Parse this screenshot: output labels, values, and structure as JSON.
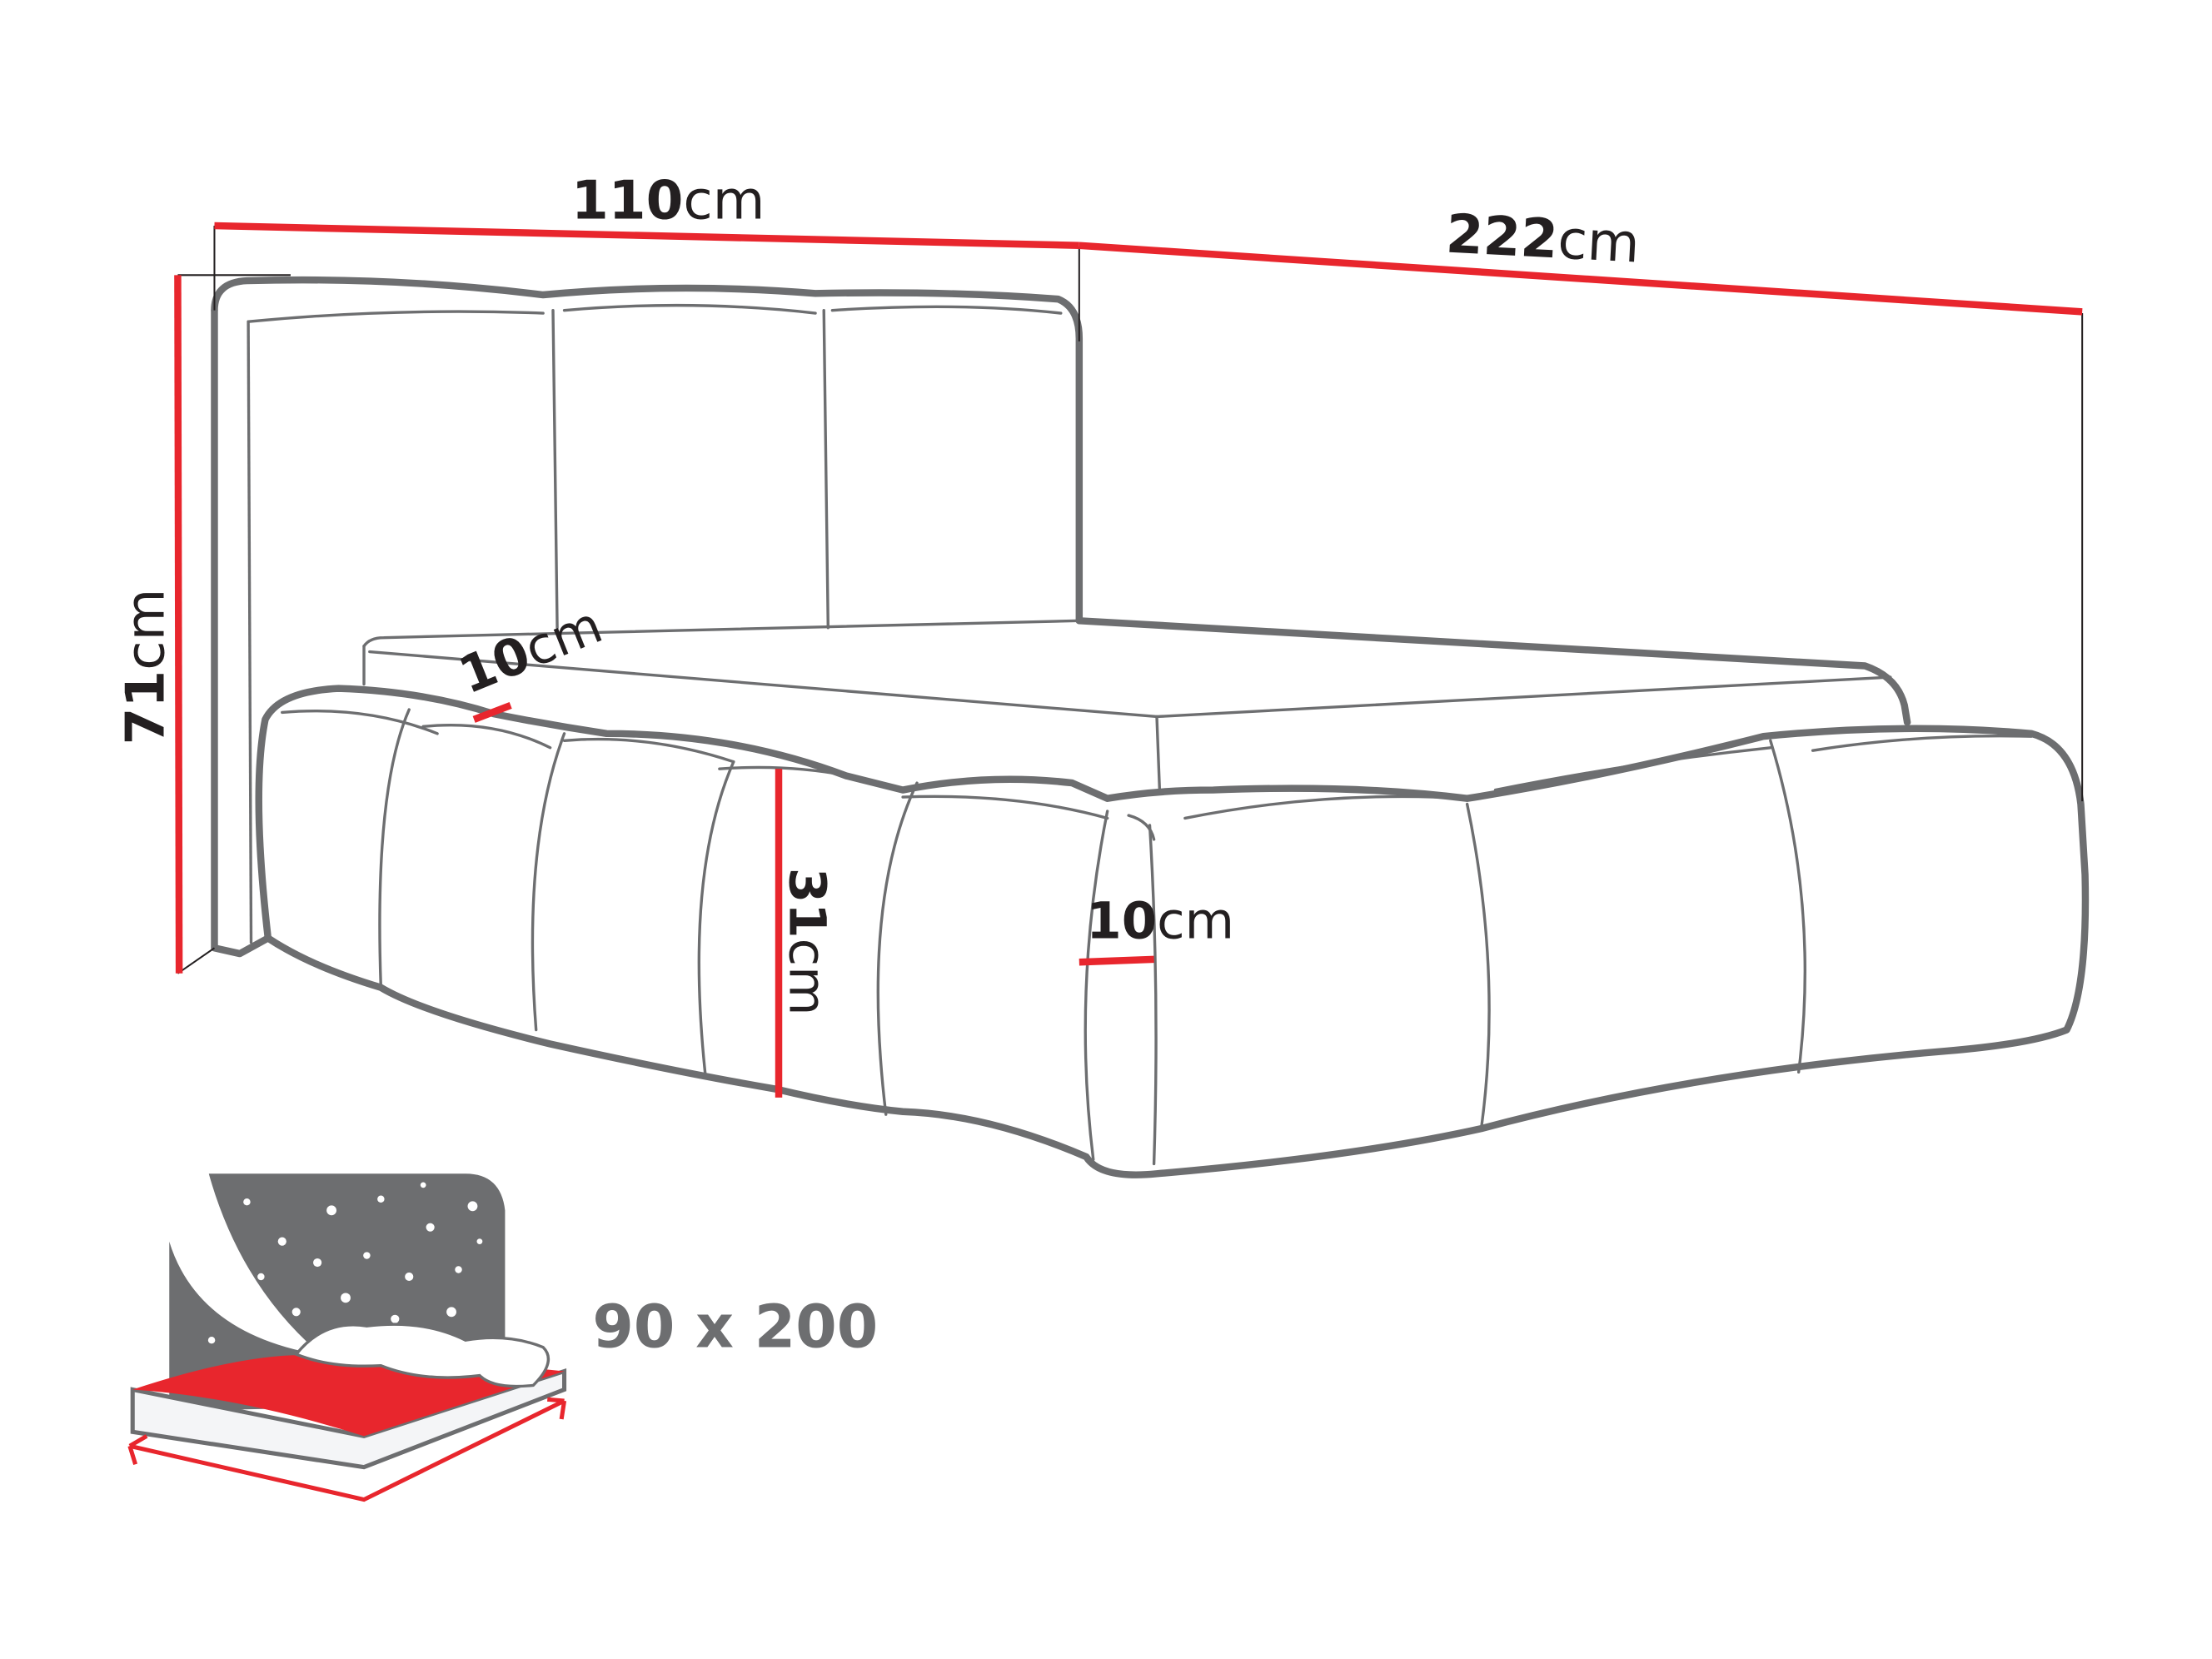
{
  "diagram": {
    "subject": "Upholstered single bed with headboard – dimension drawing",
    "colors": {
      "dimension_line": "#e8262d",
      "outline": "#6d6e70",
      "text": "#231f20",
      "icon_panel": "#6d6e70",
      "mattress_top": "#e8262d"
    },
    "dimensions": {
      "width": {
        "value": "110",
        "unit": "cm"
      },
      "length": {
        "value": "222",
        "unit": "cm"
      },
      "total_height": {
        "value": "71",
        "unit": "cm"
      },
      "headboard_thickness": {
        "value": "10",
        "unit": "cm"
      },
      "base_height": {
        "value": "31",
        "unit": "cm"
      },
      "side_cushion_thickness": {
        "value": "10",
        "unit": "cm"
      }
    },
    "mattress_icon": {
      "size_label": "90 x 200",
      "icon": "mattress-with-pillows-night-sky-icon"
    }
  }
}
